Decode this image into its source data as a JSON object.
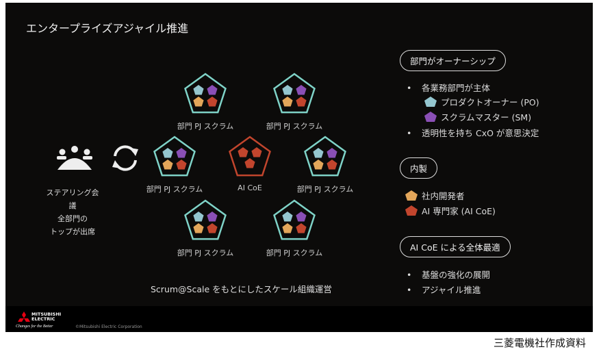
{
  "title": "エンタープライズアジャイル推進",
  "colors": {
    "teal": "#7fd3c8",
    "po": "#94c6cf",
    "sm": "#8a4fb5",
    "dev": "#e3a65a",
    "ai": "#c2452d"
  },
  "steering": {
    "lines": [
      "ステアリング会議",
      "全部門の",
      "トップが出席"
    ]
  },
  "teams": [
    {
      "label": "部門 PJ スクラム",
      "kind": "dept"
    },
    {
      "label": "部門 PJ スクラム",
      "kind": "dept"
    },
    {
      "label": "部門 PJ スクラム",
      "kind": "dept"
    },
    {
      "label": "AI CoE",
      "kind": "ai"
    },
    {
      "label": "部門 PJ スクラム",
      "kind": "dept"
    },
    {
      "label": "部門 PJ スクラム",
      "kind": "dept"
    },
    {
      "label": "部門 PJ スクラム",
      "kind": "dept"
    }
  ],
  "caption": "Scrum@Scale をもとにしたスケール組織運営",
  "panel": {
    "ownership": {
      "heading": "部門がオーナーシップ",
      "items": [
        "各業務部門が主体",
        "プロダクトオーナー (PO)",
        "スクラムマスター (SM)",
        "透明性を持ち CxO が意思決定"
      ]
    },
    "inhouse": {
      "heading": "内製",
      "items": [
        "社内開発者",
        "AI 専門家 (AI CoE)"
      ]
    },
    "optimize": {
      "heading": "AI CoE による全体最適",
      "items": [
        "基盤の強化の展開",
        "アジャイル推進"
      ]
    }
  },
  "footer": {
    "logo_text": "MITSUBISHI ELECTRIC",
    "tagline": "Changes for the Better",
    "copyright": "©Mitsubishi Electric Corporation"
  },
  "note": "三菱電機社作成資料"
}
